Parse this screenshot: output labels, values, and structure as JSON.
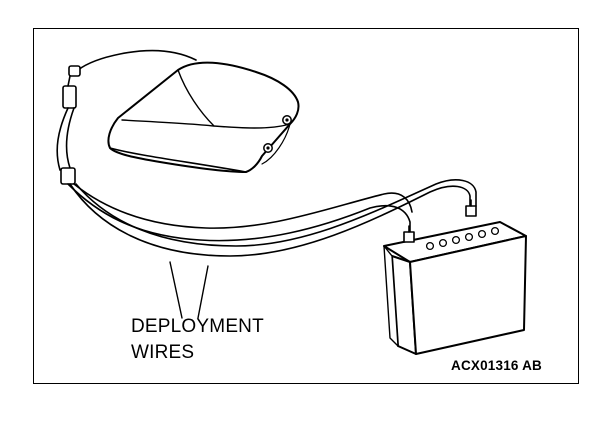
{
  "callout": {
    "line1": "DEPLOYMENT",
    "line2": "WIRES"
  },
  "figure_id": "ACX01316 AB",
  "colors": {
    "ink": "#000000",
    "paper": "#ffffff"
  },
  "objects": [
    "airbag-module",
    "deployment-wires",
    "battery"
  ]
}
